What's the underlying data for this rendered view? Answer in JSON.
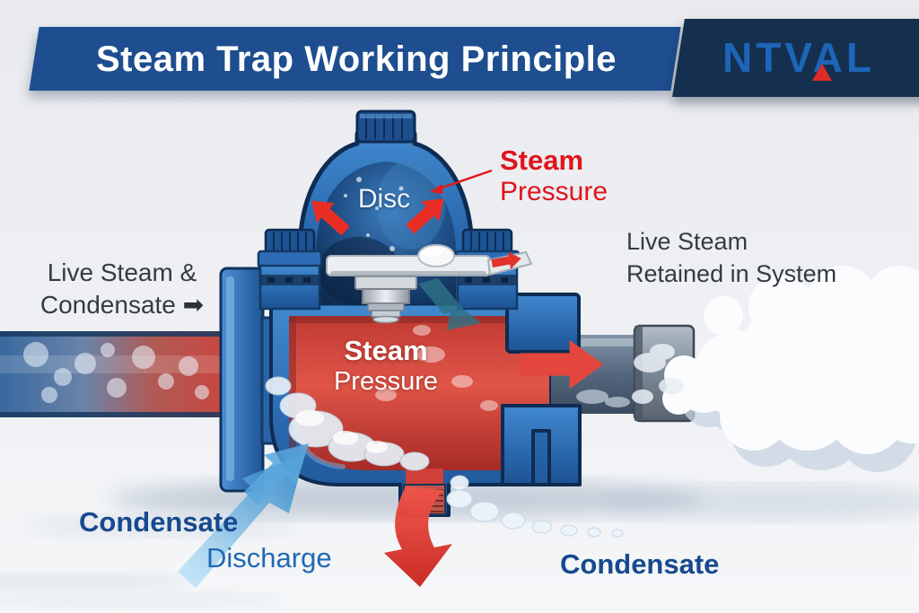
{
  "header": {
    "title": "Steam Trap Working Principle",
    "brand": "NTVAL"
  },
  "labels": {
    "disc": "Disc",
    "steam_pressure_top": {
      "line1": "Steam",
      "line2": "Pressure"
    },
    "inlet": {
      "line1": "Live Steam &",
      "line2": "Condensate",
      "arrow": "➡"
    },
    "retained": {
      "line1": "Live Steam",
      "line2": "Retained in System"
    },
    "steam_pressure_body": {
      "line1": "Steam",
      "line2": "Pressure"
    },
    "discharge": {
      "line1": "Condensate",
      "line2": "Discharge"
    },
    "outflow": "Condensate"
  },
  "colors": {
    "banner_blue": "#1e4e90",
    "logo_navy": "#15304e",
    "logo_text": "#1d65b8",
    "logo_accent_red": "#e02b27",
    "label_red": "#e0151b",
    "label_dark": "#363b41",
    "label_blue_dark": "#17498e",
    "label_blue": "#2268b2",
    "steam_red": "#d9423a",
    "body_blue": "#2f74bb",
    "condensate_blue": "#58a7dc"
  }
}
